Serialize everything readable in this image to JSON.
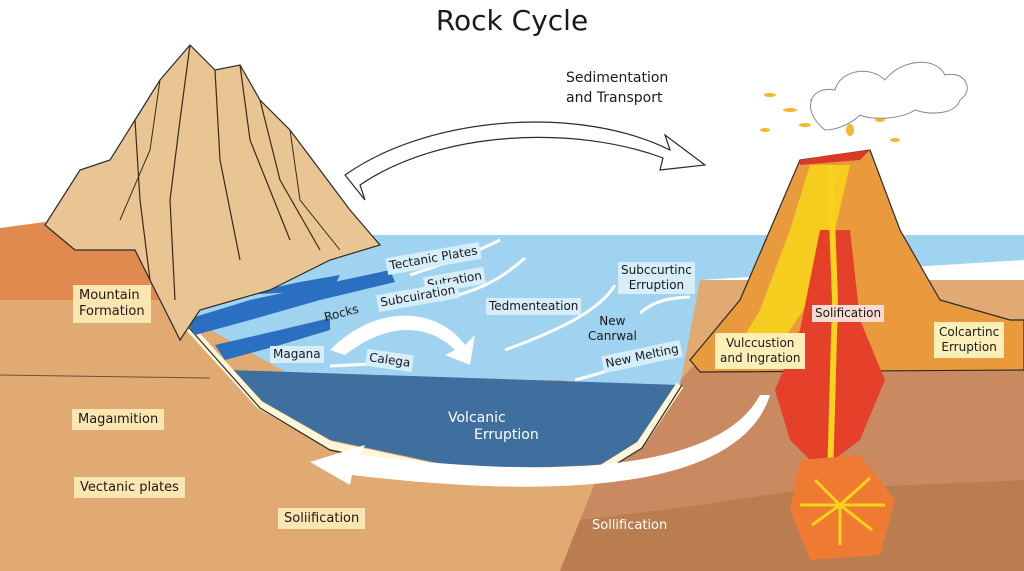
{
  "title": "Rock Cycle",
  "top_arrow_label": {
    "line1": "Sedimentation",
    "line2": "and Transport"
  },
  "left_labels": {
    "mountain_formation": {
      "line1": "Mountain",
      "line2": "Formation"
    },
    "magaimition": "Magaımition",
    "vectanic_plates": "Vectanic plates",
    "soliification": "Soliification"
  },
  "ocean_labels": {
    "tectanic_plates": "Tectanic Plates",
    "sutration": "Sutration",
    "subcuiration": "Subcuiration",
    "rocks": "Rocks",
    "magana": "Magana",
    "calega": "Calega",
    "tedmenteation": "Tedmenteation",
    "subccurtinc_eruption": {
      "line1": "Subccurtinc",
      "line2": "Erruption"
    },
    "new_canrwal": {
      "line1": "New",
      "line2": "Canrwal"
    },
    "new_melting": "New Melting",
    "volcanic_eruption": {
      "line1": "Volcanic",
      "line2": "Erruption"
    }
  },
  "volcano_labels": {
    "vulccustion": {
      "line1": "Vulccustion",
      "line2": "and Ingration"
    },
    "solification": "Solification",
    "colcartinc_eruption": {
      "line1": "Colcartinc",
      "line2": "Erruption"
    },
    "sollification": "Sollification"
  },
  "colors": {
    "sky": "#ffffff",
    "ocean_light": "#9fd3ef",
    "ocean_deep": "#3f6f9e",
    "ground": "#e0aa72",
    "ground_right": "#c98a62",
    "mountain": "#e9c594",
    "lava_red": "#e5412a",
    "lava_yellow": "#f7d31b",
    "volcano": "#e99a3c"
  }
}
